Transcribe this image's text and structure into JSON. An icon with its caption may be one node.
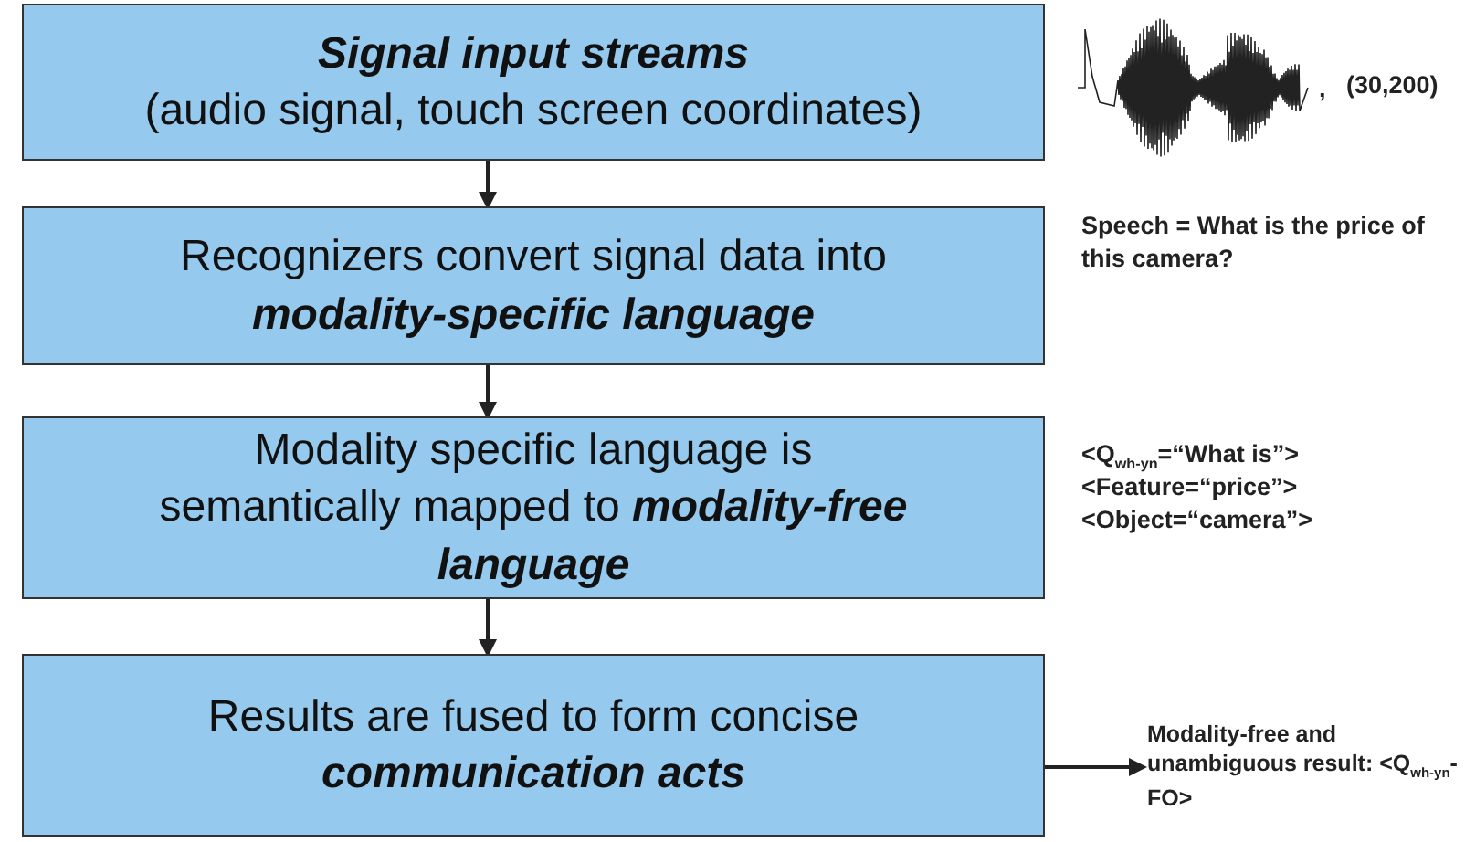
{
  "diagram": {
    "nodes": [
      {
        "text": [
          "Signal input streams",
          "(audio signal, touch screen coordinates)"
        ]
      },
      {
        "text": [
          "Recognizers convert signal data into **modality-specific language**"
        ]
      },
      {
        "text": [
          "Modality specific language is semantically mapped to **modality-free language**"
        ]
      },
      {
        "text": [
          "Results are fused to form concise **communication acts**"
        ]
      },
      {
        "text": [
          "Modality-free and unambiguous result: <Q$_{wh-yn}$-FO>"
        ]
      }
    ],
    "edges": [
      {
        "from": 0,
        "to": 1,
        "arrow": "to"
      },
      {
        "from": 1,
        "to": 2,
        "arrow": "to"
      },
      {
        "from": 2,
        "to": 3,
        "arrow": "to"
      },
      {
        "from": 3,
        "to": 4,
        "arrow": "to"
      }
    ],
    "labels": [
      ",",
      "(30,200)",
      "Speech = What is the price of this camera?",
      "<Q$_{wh-yn}$=“What is”>",
      "<Feature=“price”>",
      "<Object=“camera”>"
    ]
  }
}
